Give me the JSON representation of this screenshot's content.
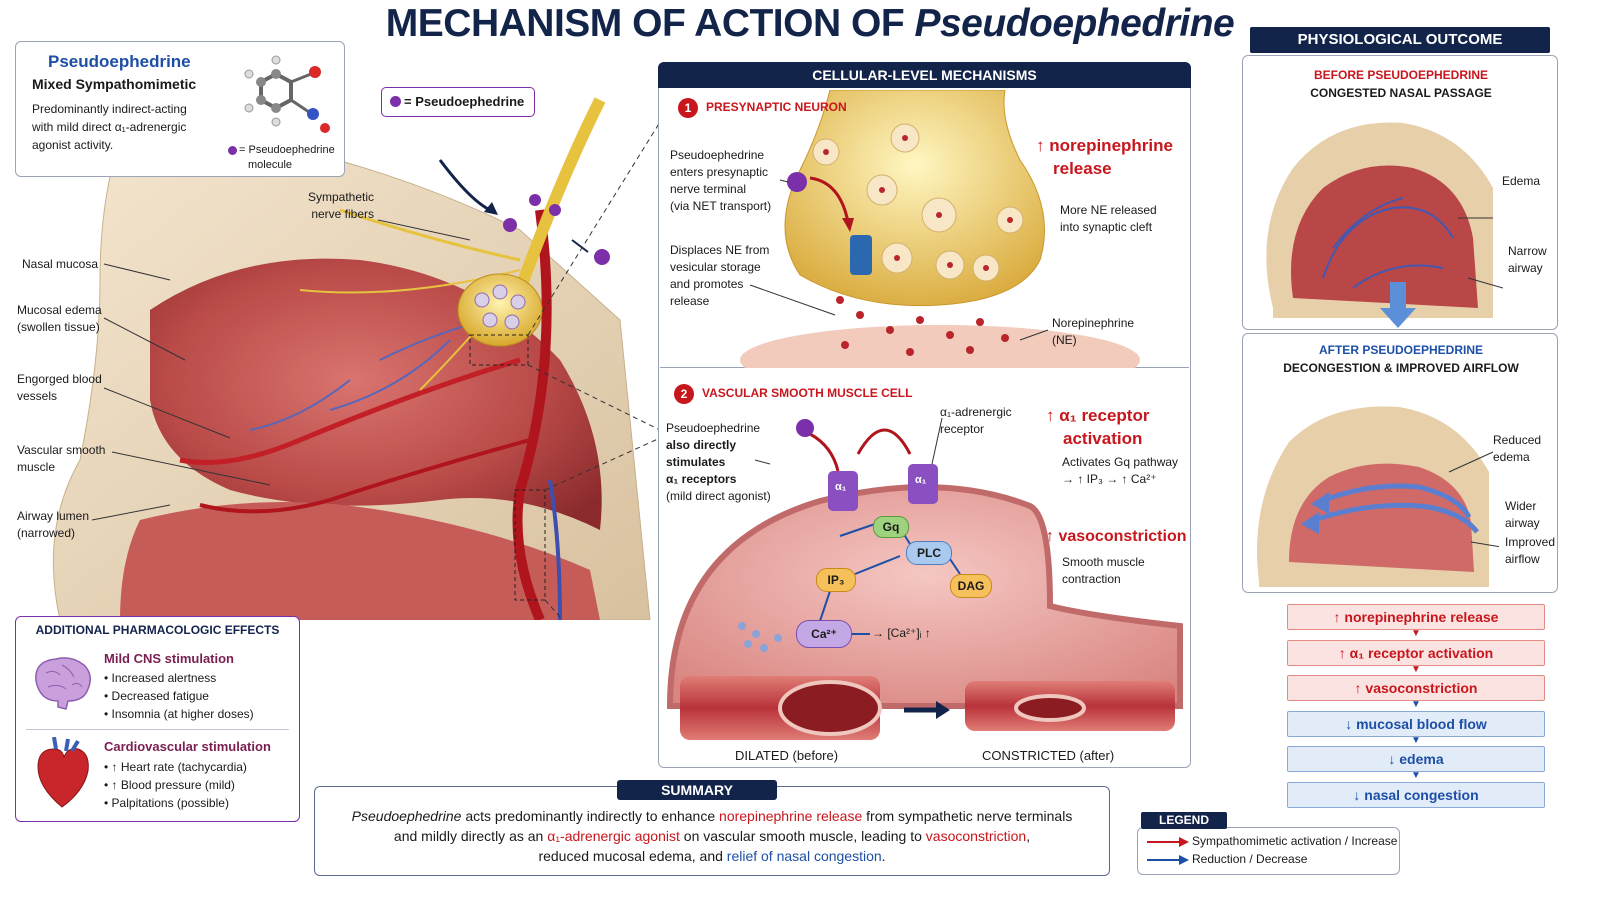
{
  "title": {
    "main": "MECHANISM OF ACTION OF ",
    "drug": "Pseudoephedrine"
  },
  "drug_card": {
    "name": "Pseudoephedrine",
    "class": "Mixed Sympathomimetic",
    "desc_1": "Predominantly indirect-acting",
    "desc_2": "with mild direct α₁-adrenergic",
    "desc_3": "agonist activity.",
    "molecule_key": "= Pseudoephedrine",
    "molecule_key_2": "molecule"
  },
  "legend_chip": "= Pseudoephedrine",
  "anatomy_labels": {
    "sympathetic_1": "Sympathetic",
    "sympathetic_2": "nerve fibers",
    "nasal_mucosa": "Nasal mucosa",
    "edema_1": "Mucosal edema",
    "edema_2": "(swollen tissue)",
    "engorged_1": "Engorged blood",
    "engorged_2": "vessels",
    "vsm_1": "Vascular smooth",
    "vsm_2": "muscle",
    "airway_1": "Airway lumen",
    "airway_2": "(narrowed)"
  },
  "cellular": {
    "header": "CELLULAR-LEVEL MECHANISMS",
    "pre": {
      "num": "1",
      "title": "PRESYNAPTIC NEURON",
      "enter_1": "Pseudoephedrine",
      "enter_2": "enters presynaptic",
      "enter_3": "nerve terminal",
      "enter_4": "(via NET transport)",
      "disp_1": "Displaces NE from",
      "disp_2": "vesicular storage",
      "disp_3": "and promotes",
      "disp_4": "release",
      "effect_1": "norepinephrine",
      "effect_2": "release",
      "more_1": "More NE released",
      "more_2": "into synaptic cleft",
      "ne_1": "Norepinephrine",
      "ne_2": "(NE)"
    },
    "vsm": {
      "num": "2",
      "title": "VASCULAR SMOOTH MUSCLE CELL",
      "direct_1": "Pseudoephedrine",
      "direct_2": "also directly",
      "direct_3": "stimulates",
      "direct_4": "α₁ receptors",
      "direct_5": "(mild direct agonist)",
      "rec_1": "α₁-adrenergic",
      "rec_2": "receptor",
      "effect_1": "α₁ receptor",
      "effect_2": "activation",
      "gq_1": "Activates Gq pathway",
      "gq_2": "→ ↑ IP₃ → ↑ Ca²⁺",
      "vaso": "vasoconstriction",
      "smc_1": "Smooth muscle",
      "smc_2": "contraction",
      "node_gq": "Gq",
      "node_plc": "PLC",
      "node_ip3": "IP₃",
      "node_dag": "DAG",
      "node_ca": "Ca²⁺",
      "ca_out": "[Ca²⁺]ᵢ ↑",
      "receptor_a": "α₁",
      "receptor_b": "α₁",
      "dilated": "DILATED (before)",
      "constricted": "CONSTRICTED (after)"
    }
  },
  "outcome": {
    "header": "PHYSIOLOGICAL OUTCOME",
    "before_title": "BEFORE PSEUDOEPHEDRINE",
    "before_sub": "CONGESTED NASAL PASSAGE",
    "edema": "Edema",
    "narrow_1": "Narrow",
    "narrow_2": "airway",
    "after_title": "AFTER PSEUDOEPHEDRINE",
    "after_sub": "DECONGESTION & IMPROVED AIRFLOW",
    "reduced_1": "Reduced",
    "reduced_2": "edema",
    "wider_1": "Wider",
    "wider_2": "airway",
    "improved_1": "Improved",
    "improved_2": "airflow"
  },
  "flow": [
    {
      "text": "↑ norepinephrine release",
      "dir": "up"
    },
    {
      "text": "↑ α₁ receptor activation",
      "dir": "up"
    },
    {
      "text": "↑ vasoconstriction",
      "dir": "up"
    },
    {
      "text": "↓ mucosal blood flow",
      "dir": "down"
    },
    {
      "text": "↓ edema",
      "dir": "down"
    },
    {
      "text": "↓ nasal congestion",
      "dir": "down"
    }
  ],
  "additional": {
    "header": "ADDITIONAL PHARMACOLOGIC EFFECTS",
    "cns_title": "Mild CNS stimulation",
    "cns": [
      "Increased alertness",
      "Decreased fatigue",
      "Insomnia (at higher doses)"
    ],
    "cv_title": "Cardiovascular stimulation",
    "cv": [
      "↑ Heart rate (tachycardia)",
      "↑ Blood pressure (mild)",
      "Palpitations (possible)"
    ]
  },
  "summary": {
    "header": "SUMMARY",
    "p1": "Pseudoephedrine",
    "p2": " acts predominantly indirectly to enhance ",
    "p3": "norepinephrine release",
    "p4": " from sympathetic nerve terminals",
    "p5": "and mildly directly as an ",
    "p6": "α₁-adrenergic agonist",
    "p7": " on vascular smooth muscle, leading to ",
    "p8": "vasoconstriction",
    "p9": ",",
    "p10": "reduced mucosal edema, and ",
    "p11": "relief of nasal congestion",
    "p12": "."
  },
  "legend": {
    "header": "LEGEND",
    "up": "Sympathomimetic activation / Increase",
    "down": "Reduction / Decrease"
  },
  "colors": {
    "navy": "#13244a",
    "red": "#c8161d",
    "blue": "#1d4fa6",
    "purple": "#7b2fa8",
    "nerve": "#e7c23e"
  }
}
